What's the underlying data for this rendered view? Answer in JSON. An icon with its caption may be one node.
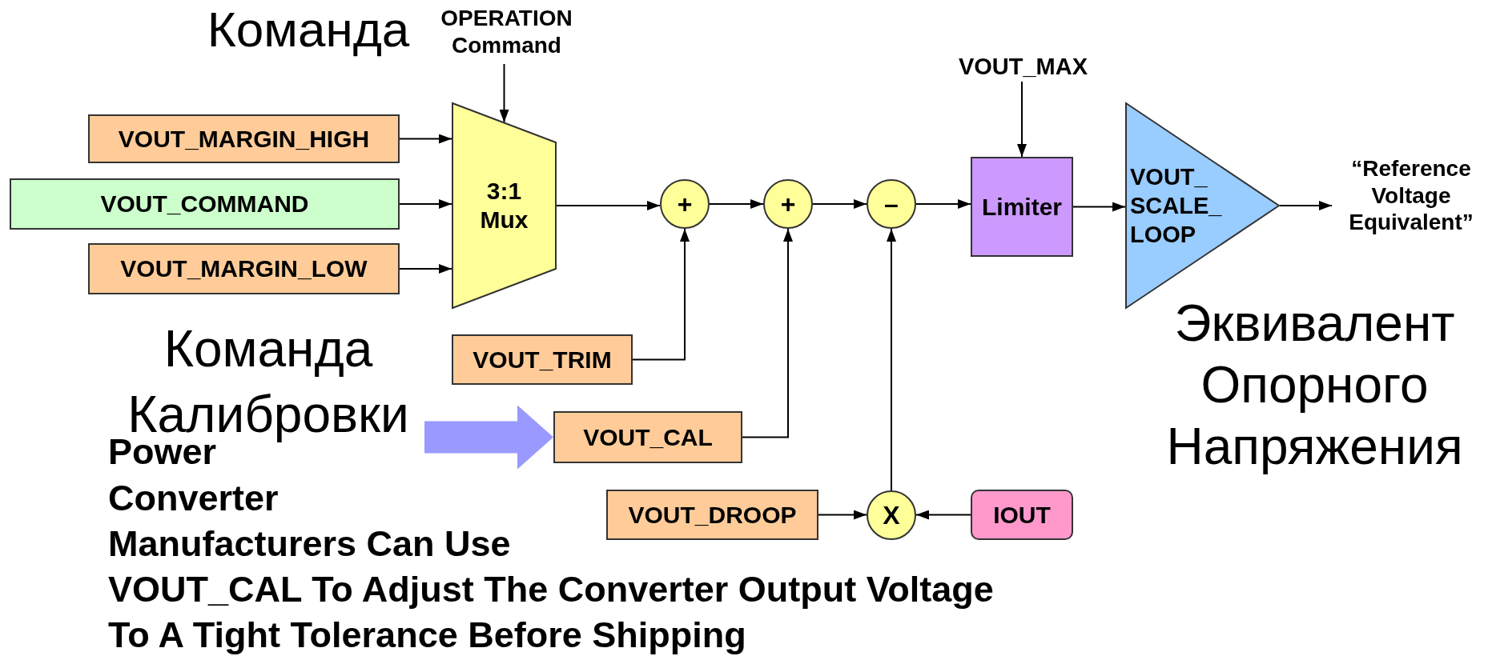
{
  "diagram": {
    "nodes": [
      {
        "text": [
          "OPERATION Command"
        ]
      },
      {
        "text": [
          "VOUT_MARGIN_HIGH"
        ]
      },
      {
        "text": [
          "VOUT_COMMAND"
        ]
      },
      {
        "text": [
          "VOUT_MARGIN_LOW"
        ]
      },
      {
        "text": [
          "3:1 Mux"
        ]
      },
      {
        "text": [
          "+"
        ]
      },
      {
        "text": [
          "+"
        ]
      },
      {
        "text": [
          "–"
        ]
      },
      {
        "text": [
          "VOUT_MAX"
        ]
      },
      {
        "text": [
          "Limiter"
        ]
      },
      {
        "text": [
          "VOUT_ SCALE_ LOOP"
        ]
      },
      {
        "text": [
          "“Reference Voltage Equivalent”"
        ]
      },
      {
        "text": [
          "VOUT_TRIM"
        ]
      },
      {
        "text": [
          "Команда Калибровки"
        ]
      },
      {
        "text": [
          "VOUT_CAL"
        ]
      },
      {
        "text": [
          "VOUT_DROOP"
        ]
      },
      {
        "text": [
          "X"
        ]
      },
      {
        "text": [
          "IOUT"
        ]
      }
    ],
    "edges": [
      {
        "from": 1,
        "to": 4,
        "arrow": "to"
      },
      {
        "from": 2,
        "to": 4,
        "arrow": "to"
      },
      {
        "from": 3,
        "to": 4,
        "arrow": "to"
      },
      {
        "from": 0,
        "to": 4,
        "arrow": "to"
      },
      {
        "from": 4,
        "to": 5,
        "arrow": "to"
      },
      {
        "from": 5,
        "to": 6,
        "arrow": "to"
      },
      {
        "from": 6,
        "to": 7,
        "arrow": "to"
      },
      {
        "from": 7,
        "to": 9,
        "arrow": "to"
      },
      {
        "from": 8,
        "to": 9,
        "arrow": "to"
      },
      {
        "from": 9,
        "to": 10,
        "arrow": "to"
      },
      {
        "from": 10,
        "to": 11,
        "arrow": "to"
      },
      {
        "from": 12,
        "to": 5,
        "arrow": "to"
      },
      {
        "from": 14,
        "to": 6,
        "arrow": "to"
      },
      {
        "from": 13,
        "to": 14,
        "arrow": "to",
        "style": "thick",
        "color": "#9999ff"
      },
      {
        "from": 15,
        "to": 16,
        "arrow": "to"
      },
      {
        "from": 17,
        "to": 16,
        "arrow": "to"
      },
      {
        "from": 16,
        "to": 7,
        "arrow": "to"
      }
    ],
    "labels": [
      "Команда",
      "Эквивалент Опорного Напряжения",
      "Power",
      "Converter",
      "Manufacturers Can Use",
      "VOUT_CAL To Adjust The Converter Output Voltage",
      "To A Tight Tolerance Before Shipping"
    ]
  }
}
